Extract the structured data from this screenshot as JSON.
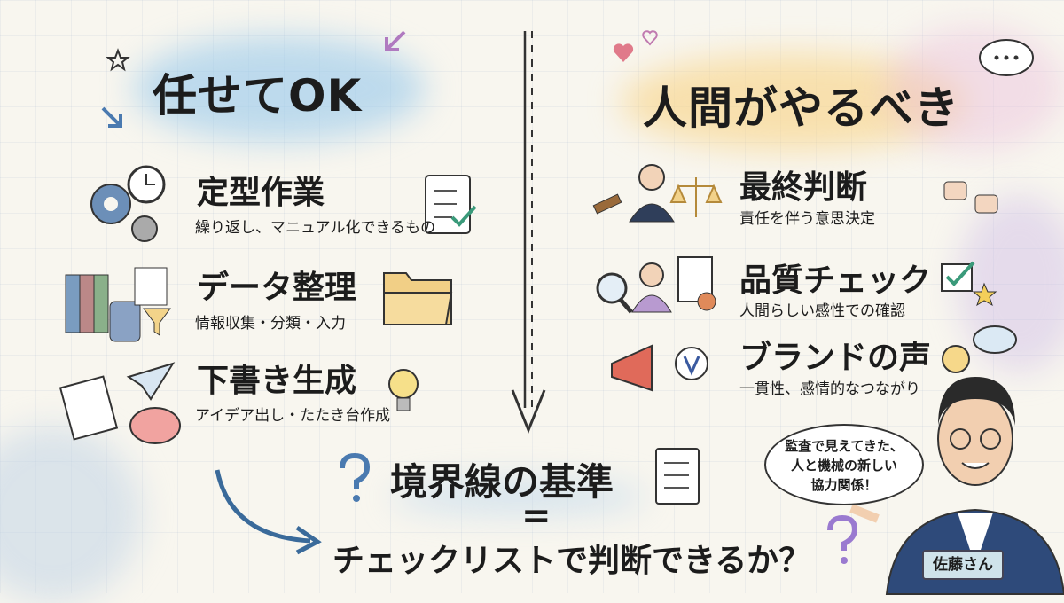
{
  "left": {
    "title": "任せてOK",
    "items": [
      {
        "heading": "定型作業",
        "sub": "繰り返し、マニュアル化できるもの",
        "icon": "gears-clock-icon"
      },
      {
        "heading": "データ整理",
        "sub": "情報収集・分類・入力",
        "icon": "binders-database-icon"
      },
      {
        "heading": "下書き生成",
        "sub": "アイデア出し・たたき台作成",
        "icon": "paper-plane-brain-icon"
      }
    ]
  },
  "right": {
    "title": "人間がやるべき",
    "items": [
      {
        "heading": "最終判断",
        "sub": "責任を伴う意思決定",
        "icon": "judge-scales-icon"
      },
      {
        "heading": "品質チェック",
        "sub": "人間らしい感性での確認",
        "icon": "magnifier-certificate-icon"
      },
      {
        "heading": "ブランドの声",
        "sub": "一貫性、感情的なつながり",
        "icon": "megaphone-icon"
      }
    ]
  },
  "bottom": {
    "line1": "境界線の基準",
    "equals": "=",
    "line2": "チェックリストで判断できるか？"
  },
  "character": {
    "speech": [
      "監査で見えてきた、",
      "人と機械の新しい",
      "協力関係！"
    ],
    "name": "佐藤さん"
  },
  "colors": {
    "left_wash": "#a9cfe8",
    "right_wash": "#f6d68a",
    "background": "#f8f6ef"
  }
}
